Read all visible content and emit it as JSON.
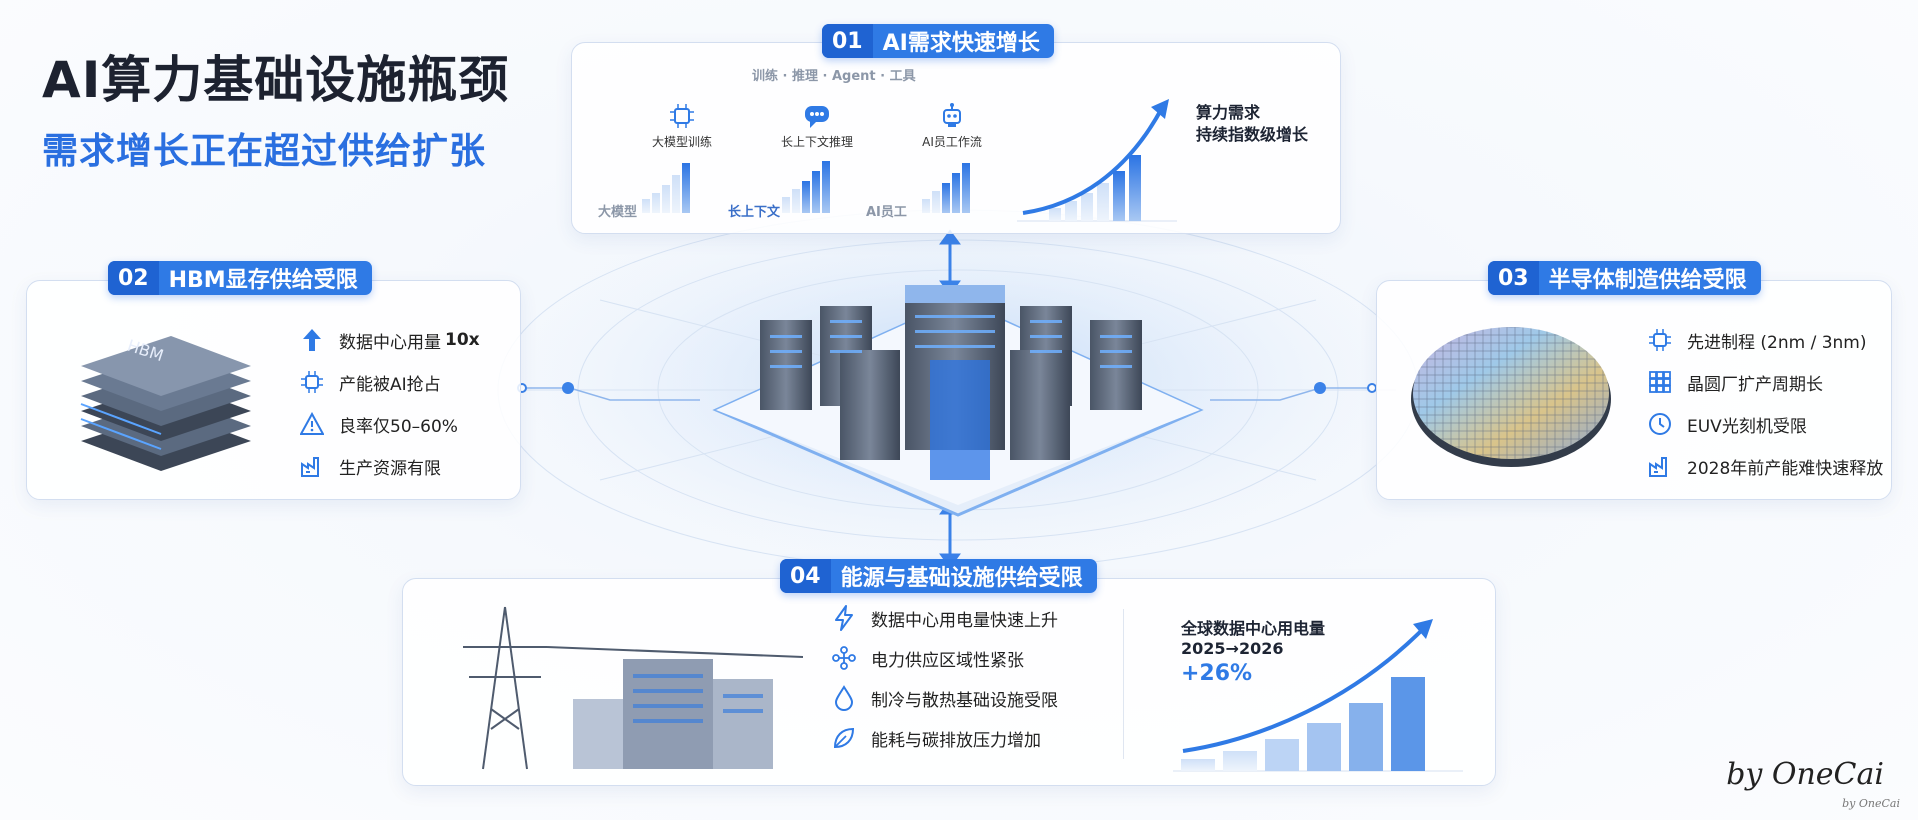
{
  "title": "AI算力基础设施瓶颈",
  "subtitle": "需求增长正在超过供给扩张",
  "section1": {
    "num": "01",
    "label": "AI需求快速增长",
    "faded_header": "训练 · 推理 · Agent · 工具",
    "icons": [
      {
        "label": "大模型训练",
        "icon": "chip-icon"
      },
      {
        "label": "长上下文推理",
        "icon": "chat-icon"
      },
      {
        "label": "AI员工作流",
        "icon": "robot-icon"
      }
    ],
    "faded_labels": [
      "大模型",
      "长上下文",
      "AI员工"
    ],
    "callout_line1": "算力需求",
    "callout_line2": "持续指数级增长"
  },
  "section2": {
    "num": "02",
    "label": "HBM显存供给受限",
    "hbm_label": "HBM",
    "items": [
      {
        "text": "数据中心用量",
        "bold": "10x",
        "icon": "arrow-up-icon"
      },
      {
        "text": "产能被AI抢占",
        "bold": "",
        "icon": "chip-icon"
      },
      {
        "text": "良率仅50–60%",
        "bold": "",
        "icon": "warning-icon"
      },
      {
        "text": "生产资源有限",
        "bold": "",
        "icon": "factory-icon"
      }
    ]
  },
  "section3": {
    "num": "03",
    "label": "半导体制造供给受限",
    "items": [
      {
        "text": "先进制程 (2nm / 3nm)",
        "icon": "chip-icon"
      },
      {
        "text": "晶圆厂扩产周期长",
        "icon": "grid-icon"
      },
      {
        "text": "EUV光刻机受限",
        "icon": "clock-icon"
      },
      {
        "text": "2028年前产能难快速释放",
        "icon": "factory-icon"
      }
    ]
  },
  "section4": {
    "num": "04",
    "label": "能源与基础设施供给受限",
    "items": [
      {
        "text": "数据中心用电量快速上升",
        "icon": "lightning-icon"
      },
      {
        "text": "电力供应区域性紧张",
        "icon": "network-icon"
      },
      {
        "text": "制冷与散热基础设施受限",
        "icon": "drop-icon"
      },
      {
        "text": "能耗与碳排放压力增加",
        "icon": "leaf-icon"
      }
    ],
    "stat_title": "全球数据中心用电量",
    "stat_period": "2025→2026",
    "stat_value": "+26%"
  },
  "signature": "by OneCai",
  "signature_small": "by OneCai",
  "colors": {
    "accent": "#2f7ae5",
    "title": "#1d2230",
    "subtitle": "#2a6fe0"
  }
}
